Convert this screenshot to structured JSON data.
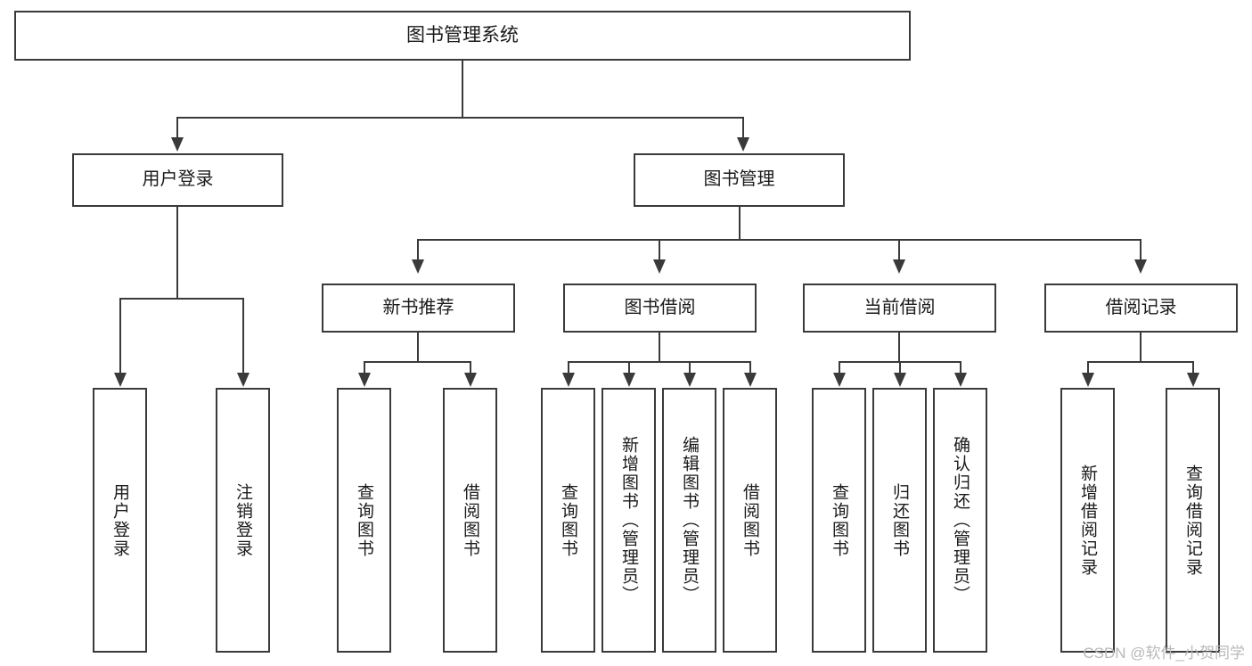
{
  "diagram": {
    "title": "图书管理系统",
    "type": "hierarchy-tree",
    "root": {
      "label": "图书管理系统"
    },
    "level1": [
      {
        "label": "用户登录"
      },
      {
        "label": "图书管理"
      }
    ],
    "level2": [
      {
        "label": "新书推荐"
      },
      {
        "label": "图书借阅"
      },
      {
        "label": "当前借阅"
      },
      {
        "label": "借阅记录"
      }
    ],
    "leaves": {
      "user_login": [
        {
          "label": "用户登录"
        },
        {
          "label": "注销登录"
        }
      ],
      "new_book_recommend": [
        {
          "label": "查询图书"
        },
        {
          "label": "借阅图书"
        }
      ],
      "book_borrow": [
        {
          "label": "查询图书"
        },
        {
          "label": "新增图书（管理员）"
        },
        {
          "label": "编辑图书（管理员）"
        },
        {
          "label": "借阅图书"
        }
      ],
      "current_borrow": [
        {
          "label": "查询图书"
        },
        {
          "label": "归还图书"
        },
        {
          "label": "确认归还（管理员）"
        }
      ],
      "borrow_record": [
        {
          "label": "新增借阅记录"
        },
        {
          "label": "查询借阅记录"
        }
      ]
    }
  },
  "watermark": {
    "text": "CSDN @软件_小贺同学"
  },
  "colors": {
    "stroke": "#3a3a3a",
    "background": "#ffffff",
    "text": "#1a1a1a",
    "watermark": "#b9b9b9"
  }
}
